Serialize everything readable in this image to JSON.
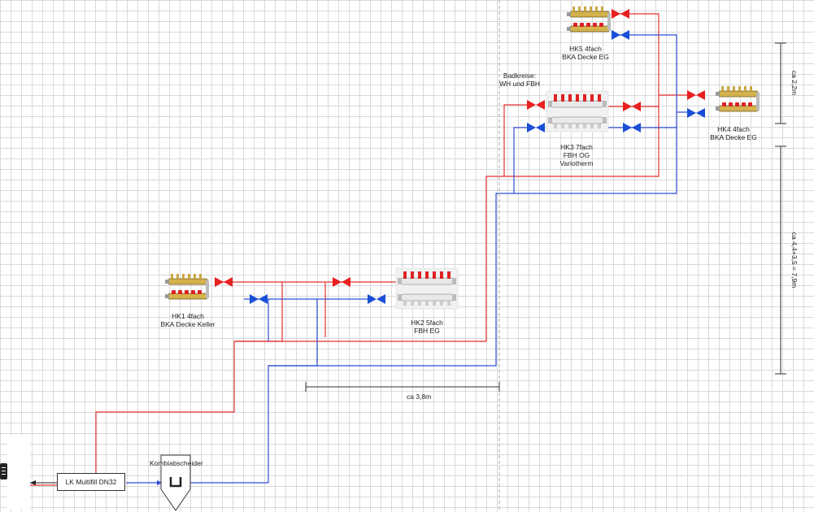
{
  "colors": {
    "supply": "#e53030",
    "return": "#2f4fd6",
    "supply_valve": "#e82020",
    "return_valve": "#1b4fd8",
    "dimension": "#333333",
    "dashed_guide": "#aaaaaa"
  },
  "labels": {
    "hk1": [
      "HK1 4fach",
      "BKA Decke Keller"
    ],
    "hk2": [
      "HK2 5fach",
      "FBH EG"
    ],
    "hk3": [
      "HK3 7fach",
      "FBH OG",
      "Variotherm"
    ],
    "hk4": [
      "HK4 4fach",
      "BKA Decke EG"
    ],
    "hk5": [
      "HK5 4fach",
      "BKA Decke EG"
    ],
    "badkreise": [
      "Badkreise:",
      "WH und FBH"
    ],
    "kombiabscheider": "Kombiabscheider",
    "pump": "LK Multifill DN32"
  },
  "dimensions": {
    "horizontal": "ca 3,8m",
    "vertical_top": "ca 2,2m",
    "vertical_bottom": "ca 4,4+3,5 = 7,9m"
  },
  "icons": {
    "manifold": "manifold-icon",
    "valve": "valve-icon",
    "separator": "separator-icon",
    "arrow": "arrow-left-icon",
    "heater": "radiator-icon"
  }
}
